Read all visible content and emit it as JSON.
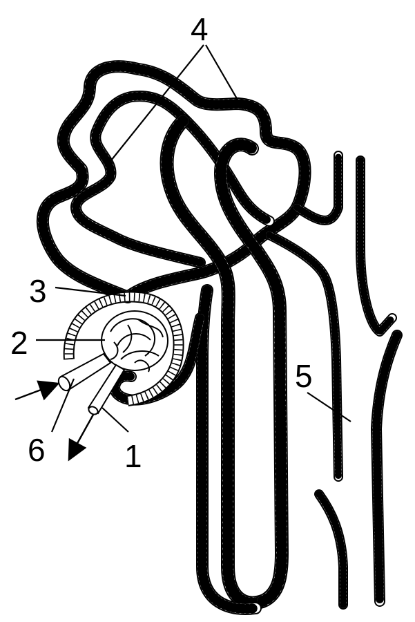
{
  "labels": {
    "l1": "1",
    "l2": "2",
    "l3": "3",
    "l4": "4",
    "l5": "5",
    "l6": "6"
  },
  "colors": {
    "ink": "#000000",
    "paper": "#ffffff"
  }
}
